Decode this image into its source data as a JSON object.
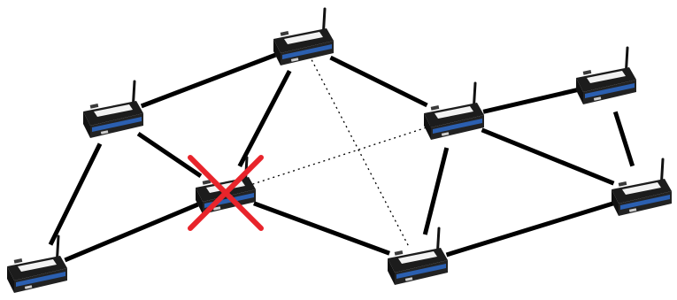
{
  "diagram": {
    "kind": "mesh-network",
    "nodes": [
      {
        "id": "n1",
        "failed": false
      },
      {
        "id": "n2",
        "failed": false
      },
      {
        "id": "n3",
        "failed": true
      },
      {
        "id": "n4",
        "failed": false
      },
      {
        "id": "n5",
        "failed": false
      },
      {
        "id": "n6",
        "failed": false
      },
      {
        "id": "n7",
        "failed": false
      },
      {
        "id": "n8",
        "failed": false
      },
      {
        "id": "n9",
        "failed": false
      }
    ],
    "links": [
      {
        "from": "n1",
        "to": "n2",
        "style": "solid"
      },
      {
        "from": "n1",
        "to": "n3",
        "style": "solid"
      },
      {
        "from": "n1",
        "to": "n4",
        "style": "solid"
      },
      {
        "from": "n1",
        "to": "n5",
        "style": "dotted"
      },
      {
        "from": "n1",
        "to": "n6",
        "style": "solid"
      },
      {
        "from": "n2",
        "to": "n3",
        "style": "solid"
      },
      {
        "from": "n2",
        "to": "n7",
        "style": "solid"
      },
      {
        "from": "n3",
        "to": "n4",
        "style": "solid"
      },
      {
        "from": "n3",
        "to": "n5",
        "style": "solid"
      },
      {
        "from": "n3",
        "to": "n6",
        "style": "dotted"
      },
      {
        "from": "n4",
        "to": "n7",
        "style": "solid"
      },
      {
        "from": "n5",
        "to": "n6",
        "style": "solid"
      },
      {
        "from": "n5",
        "to": "n8",
        "style": "solid"
      },
      {
        "from": "n6",
        "to": "n8",
        "style": "solid"
      },
      {
        "from": "n6",
        "to": "n9",
        "style": "solid"
      },
      {
        "from": "n8",
        "to": "n9",
        "style": "solid"
      }
    ],
    "colors": {
      "link": "#000000",
      "failure_mark": "#e8242b",
      "device_body": "#1c1c1c",
      "device_label": "#f2f2f2",
      "device_accent": "#2b5fb0"
    },
    "icons": {
      "node": "wireless-sensor-node-icon",
      "failure": "red-x-icon"
    }
  }
}
